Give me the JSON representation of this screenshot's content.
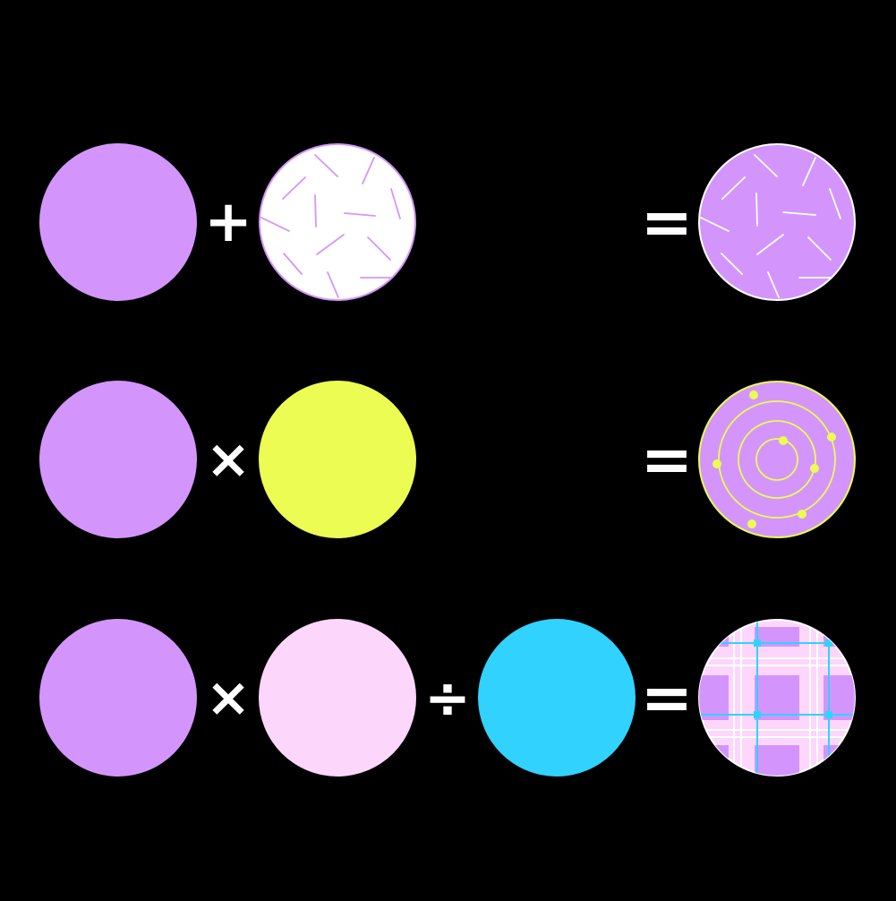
{
  "palette": {
    "background": "#000000",
    "lavender": "#d395fc",
    "white": "#ffffff",
    "yellow": "#ecfc53",
    "pink": "#fdd6fb",
    "cyan": "#31d2fd",
    "operator": "#ffffff"
  },
  "equations": [
    {
      "name": "addition",
      "operators": [
        "+",
        "="
      ],
      "inputs": [
        {
          "fill": "lavender",
          "pattern": "solid"
        },
        {
          "fill": "white",
          "pattern": "scattered-lavender-lines"
        }
      ],
      "result": {
        "fill": "lavender",
        "pattern": "scattered-white-lines"
      }
    },
    {
      "name": "multiplication",
      "operators": [
        "×",
        "="
      ],
      "inputs": [
        {
          "fill": "lavender",
          "pattern": "solid"
        },
        {
          "fill": "yellow",
          "pattern": "solid"
        }
      ],
      "result": {
        "fill": "lavender",
        "pattern": "yellow-orbits"
      }
    },
    {
      "name": "multiply-divide",
      "operators": [
        "×",
        "÷",
        "="
      ],
      "inputs": [
        {
          "fill": "lavender",
          "pattern": "solid"
        },
        {
          "fill": "pink",
          "pattern": "solid"
        },
        {
          "fill": "cyan",
          "pattern": "solid"
        }
      ],
      "result": {
        "fill": "pink",
        "pattern": "plaid"
      }
    }
  ]
}
